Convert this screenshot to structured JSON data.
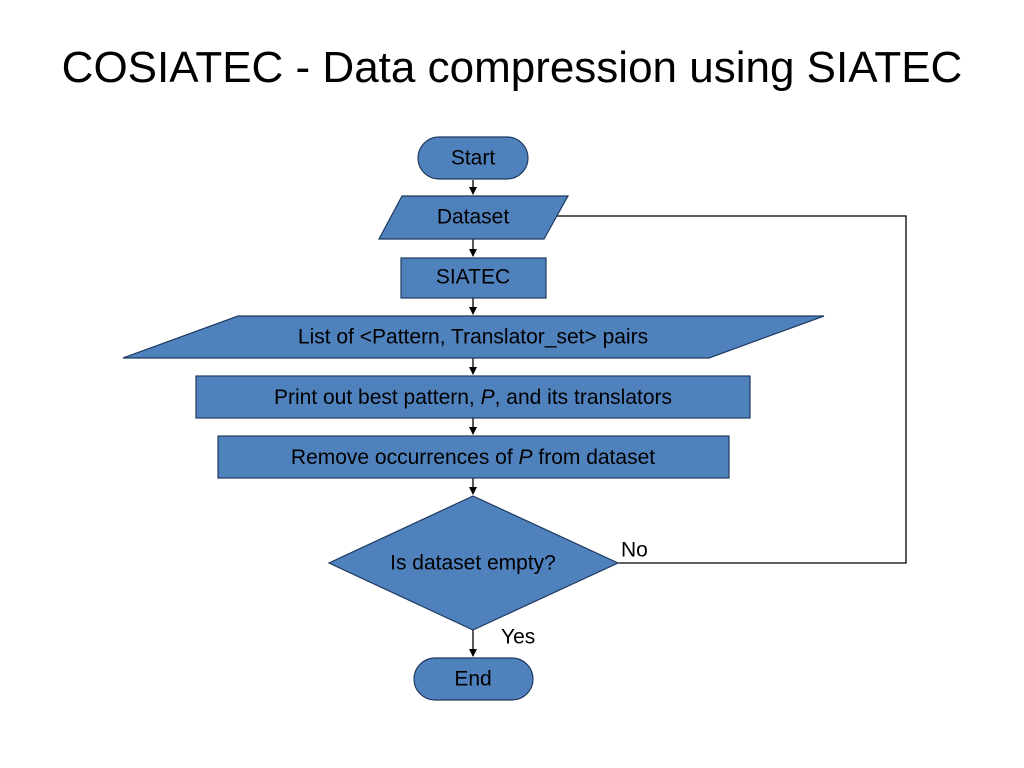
{
  "title": "COSIATEC - Data compression using SIATEC",
  "colors": {
    "node_fill": "#4f81bd",
    "node_stroke": "#1f3a60",
    "edge": "#000000"
  },
  "nodes": {
    "start": {
      "shape": "terminator",
      "label": "Start"
    },
    "dataset": {
      "shape": "parallelogram",
      "label": "Dataset"
    },
    "siatec": {
      "shape": "process",
      "label": "SIATEC"
    },
    "list_pairs": {
      "shape": "parallelogram",
      "label": "List of <Pattern, Translator_set> pairs"
    },
    "print_best": {
      "shape": "process",
      "label_before": "Print out best pattern, ",
      "label_var": "P",
      "label_after": ", and its translators"
    },
    "remove_occ": {
      "shape": "process",
      "label_before": "Remove occurrences of ",
      "label_var": "P",
      "label_after": " from dataset"
    },
    "decision": {
      "shape": "decision",
      "label": "Is dataset empty?"
    },
    "end": {
      "shape": "terminator",
      "label": "End"
    }
  },
  "edges": {
    "no": "No",
    "yes": "Yes"
  }
}
